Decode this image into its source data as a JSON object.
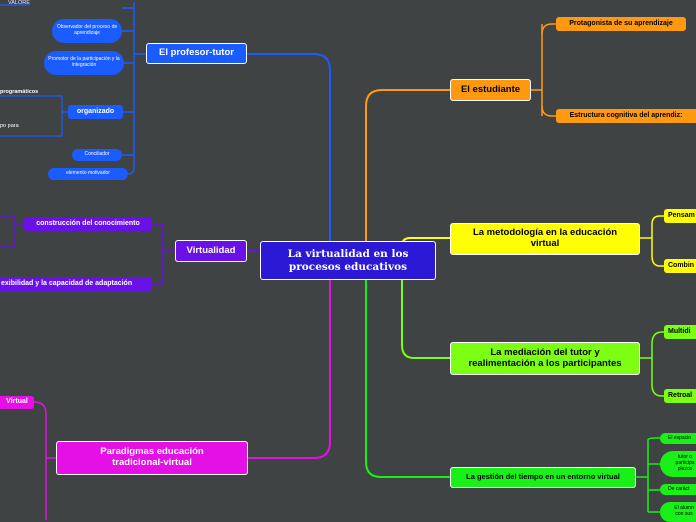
{
  "center": {
    "label": "La virtualidad en los procesos educativos"
  },
  "left": {
    "profesor": {
      "label": "El profesor-tutor",
      "valore": "VALORE",
      "observador": "Observador del proceso de aprendizaje",
      "promotor": "Promotor de la participación y la integración",
      "programaticos": "programáticos",
      "organizado": "organizado",
      "para": "po para",
      "conciliador": "Conciliador",
      "motivador": "elemento motivador"
    },
    "virtualidad": {
      "label": "Virtualidad",
      "construccion": "construcción del conocimiento",
      "flexibilidad": "exibilidad y la capacidad de adaptación"
    },
    "paradigmas": {
      "label": "Paradigmas educación tradicional-virtual",
      "virtual": "Virtual"
    }
  },
  "right": {
    "estudiante": {
      "label": "El estudiante",
      "protagonista": "Protagonista de su aprendizaje",
      "estructura": "Estructura cognitiva del aprendiz:"
    },
    "metodologia": {
      "label": "La metodología en la educación virtual",
      "pensam": "Pensam",
      "combin": "Combin"
    },
    "mediacion": {
      "label": "La mediación del tutor y realimentación a los participantes",
      "multidi": "Multidi",
      "retroal": "Retroal"
    },
    "gestion": {
      "label": "La gestión del tiempo en un entorno virtual",
      "espacio": "El espacio",
      "tutor": "tutor o participa plazos",
      "caracter": "De caráct",
      "alumno": "El alumn con sus"
    }
  },
  "colors": {
    "background": "#3f4343",
    "blue": "#1a5cff",
    "purple": "#6a11e8",
    "magenta": "#e410e6",
    "orange": "#ff9a10",
    "yellow": "#ffff00",
    "green": "#7cff12",
    "bright_green": "#18f018",
    "center": "#2b19d6"
  }
}
